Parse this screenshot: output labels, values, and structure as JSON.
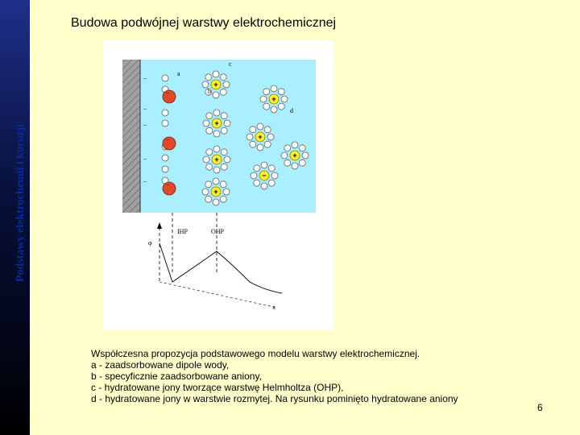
{
  "title": "Budowa podwójnej warstwy elektrochemicznej",
  "side_label": "Podstawy elektrochemii i korozji",
  "figure": {
    "label_a": "a",
    "label_b": "b",
    "label_c": "c",
    "label_d": "d",
    "ohp_label": "OHP",
    "ihp_label": "IHP",
    "phi_label": "φ",
    "x_label": "x",
    "plus_sign": "+",
    "minus_sign": "−",
    "electrode_color": "#a0a0a0",
    "solution_color": "#a9efff"
  },
  "caption": {
    "lines": [
      "Współczesna propozycja podstawowego modelu warstwy elektrochemicznej.",
      "a - zaadsorbowane dipole wody,",
      "b - specyficznie zaadsorbowane aniony,",
      "c - hydratowane jony tworzące warstwę Helmholtza (OHP),",
      "d - hydratowane jony  w warstwie rozmytej. Na rysunku pominięto hydratowane aniony"
    ]
  },
  "page_number": "6"
}
